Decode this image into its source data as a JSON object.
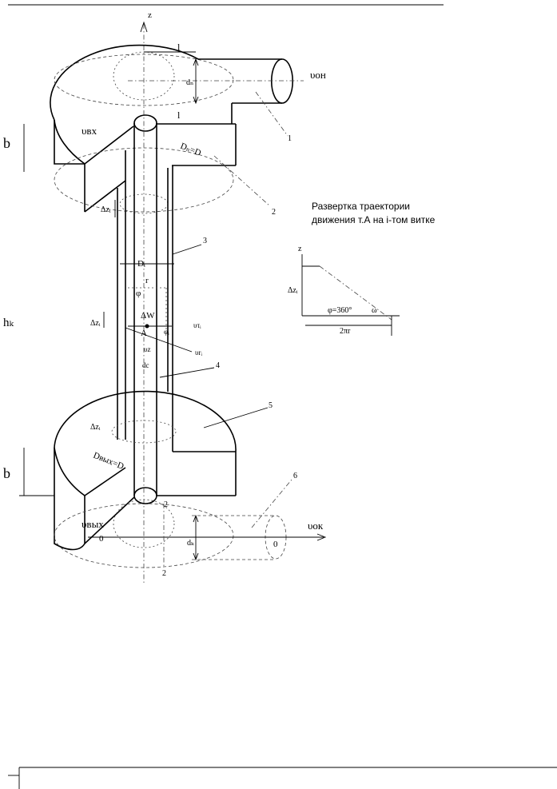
{
  "diagram": {
    "numbers": [
      "1",
      "1",
      "1",
      "2",
      "3",
      "4",
      "5",
      "6",
      "2",
      "2"
    ],
    "labels": {
      "z_axis": "z",
      "l_top": "l",
      "l_mid": "l",
      "d_top": "dₙ",
      "v_in": "υон",
      "v_vx": "υвх",
      "D_top": "Dₙ=D",
      "b_top": "b",
      "dz_top": "Δzᵢ",
      "Di": "Dᵢ",
      "r": "r",
      "phi": "φ",
      "dW": "ΔW",
      "A": "A",
      "phi_i": "φᵢ",
      "v_ti": "υτᵢ",
      "v_ri": "υrᵢ",
      "v_z": "υz",
      "dc": "dc",
      "hk": "hₖ",
      "dz_left": "Δzᵢ",
      "dz_bottom": "Δzᵢ",
      "D_bottom": "Dвых=D",
      "b_bottom": "b",
      "v_out": "υвых",
      "v_ok": "υок",
      "zero_left": "0",
      "zero_right": "0",
      "d_bottom": "dₖ"
    },
    "unfold": {
      "title_line1": "Развертка траектории",
      "title_line2": "движения т.А на i-том витке",
      "z": "z",
      "dz": "Δzᵢ",
      "phi360": "φ=360°",
      "omega": "ω",
      "twopir": "2πr"
    }
  }
}
